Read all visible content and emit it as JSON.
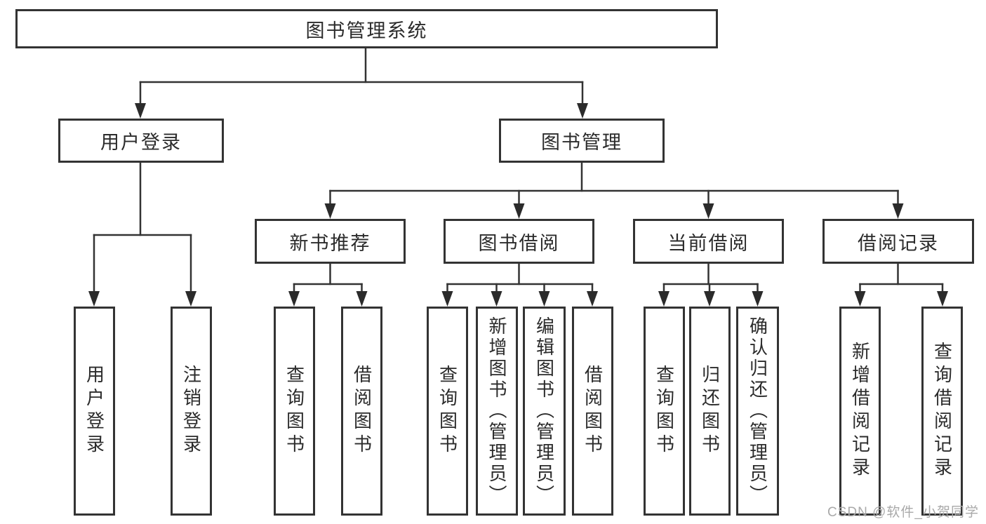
{
  "diagram": {
    "root": "图书管理系统",
    "user_login": {
      "label": "用户登录",
      "children": [
        "用户登录",
        "注销登录"
      ]
    },
    "book_mgmt": {
      "label": "图书管理",
      "modules": [
        {
          "label": "新书推荐",
          "children": [
            "查询图书",
            "借阅图书"
          ]
        },
        {
          "label": "图书借阅",
          "children": [
            "查询图书",
            "新增图书（管理员）",
            "编辑图书（管理员）",
            "借阅图书"
          ]
        },
        {
          "label": "当前借阅",
          "children": [
            "查询图书",
            "归还图书",
            "确认归还（管理员）"
          ]
        },
        {
          "label": "借阅记录",
          "children": [
            "新增借阅记录",
            "查询借阅记录"
          ]
        }
      ]
    }
  },
  "watermark": "CSDN @软件_小贺同学",
  "colors": {
    "line": "#333333",
    "arrow": "#2b2b2b",
    "text": "#2b2b2b",
    "watermark": "#a9a9a9"
  }
}
